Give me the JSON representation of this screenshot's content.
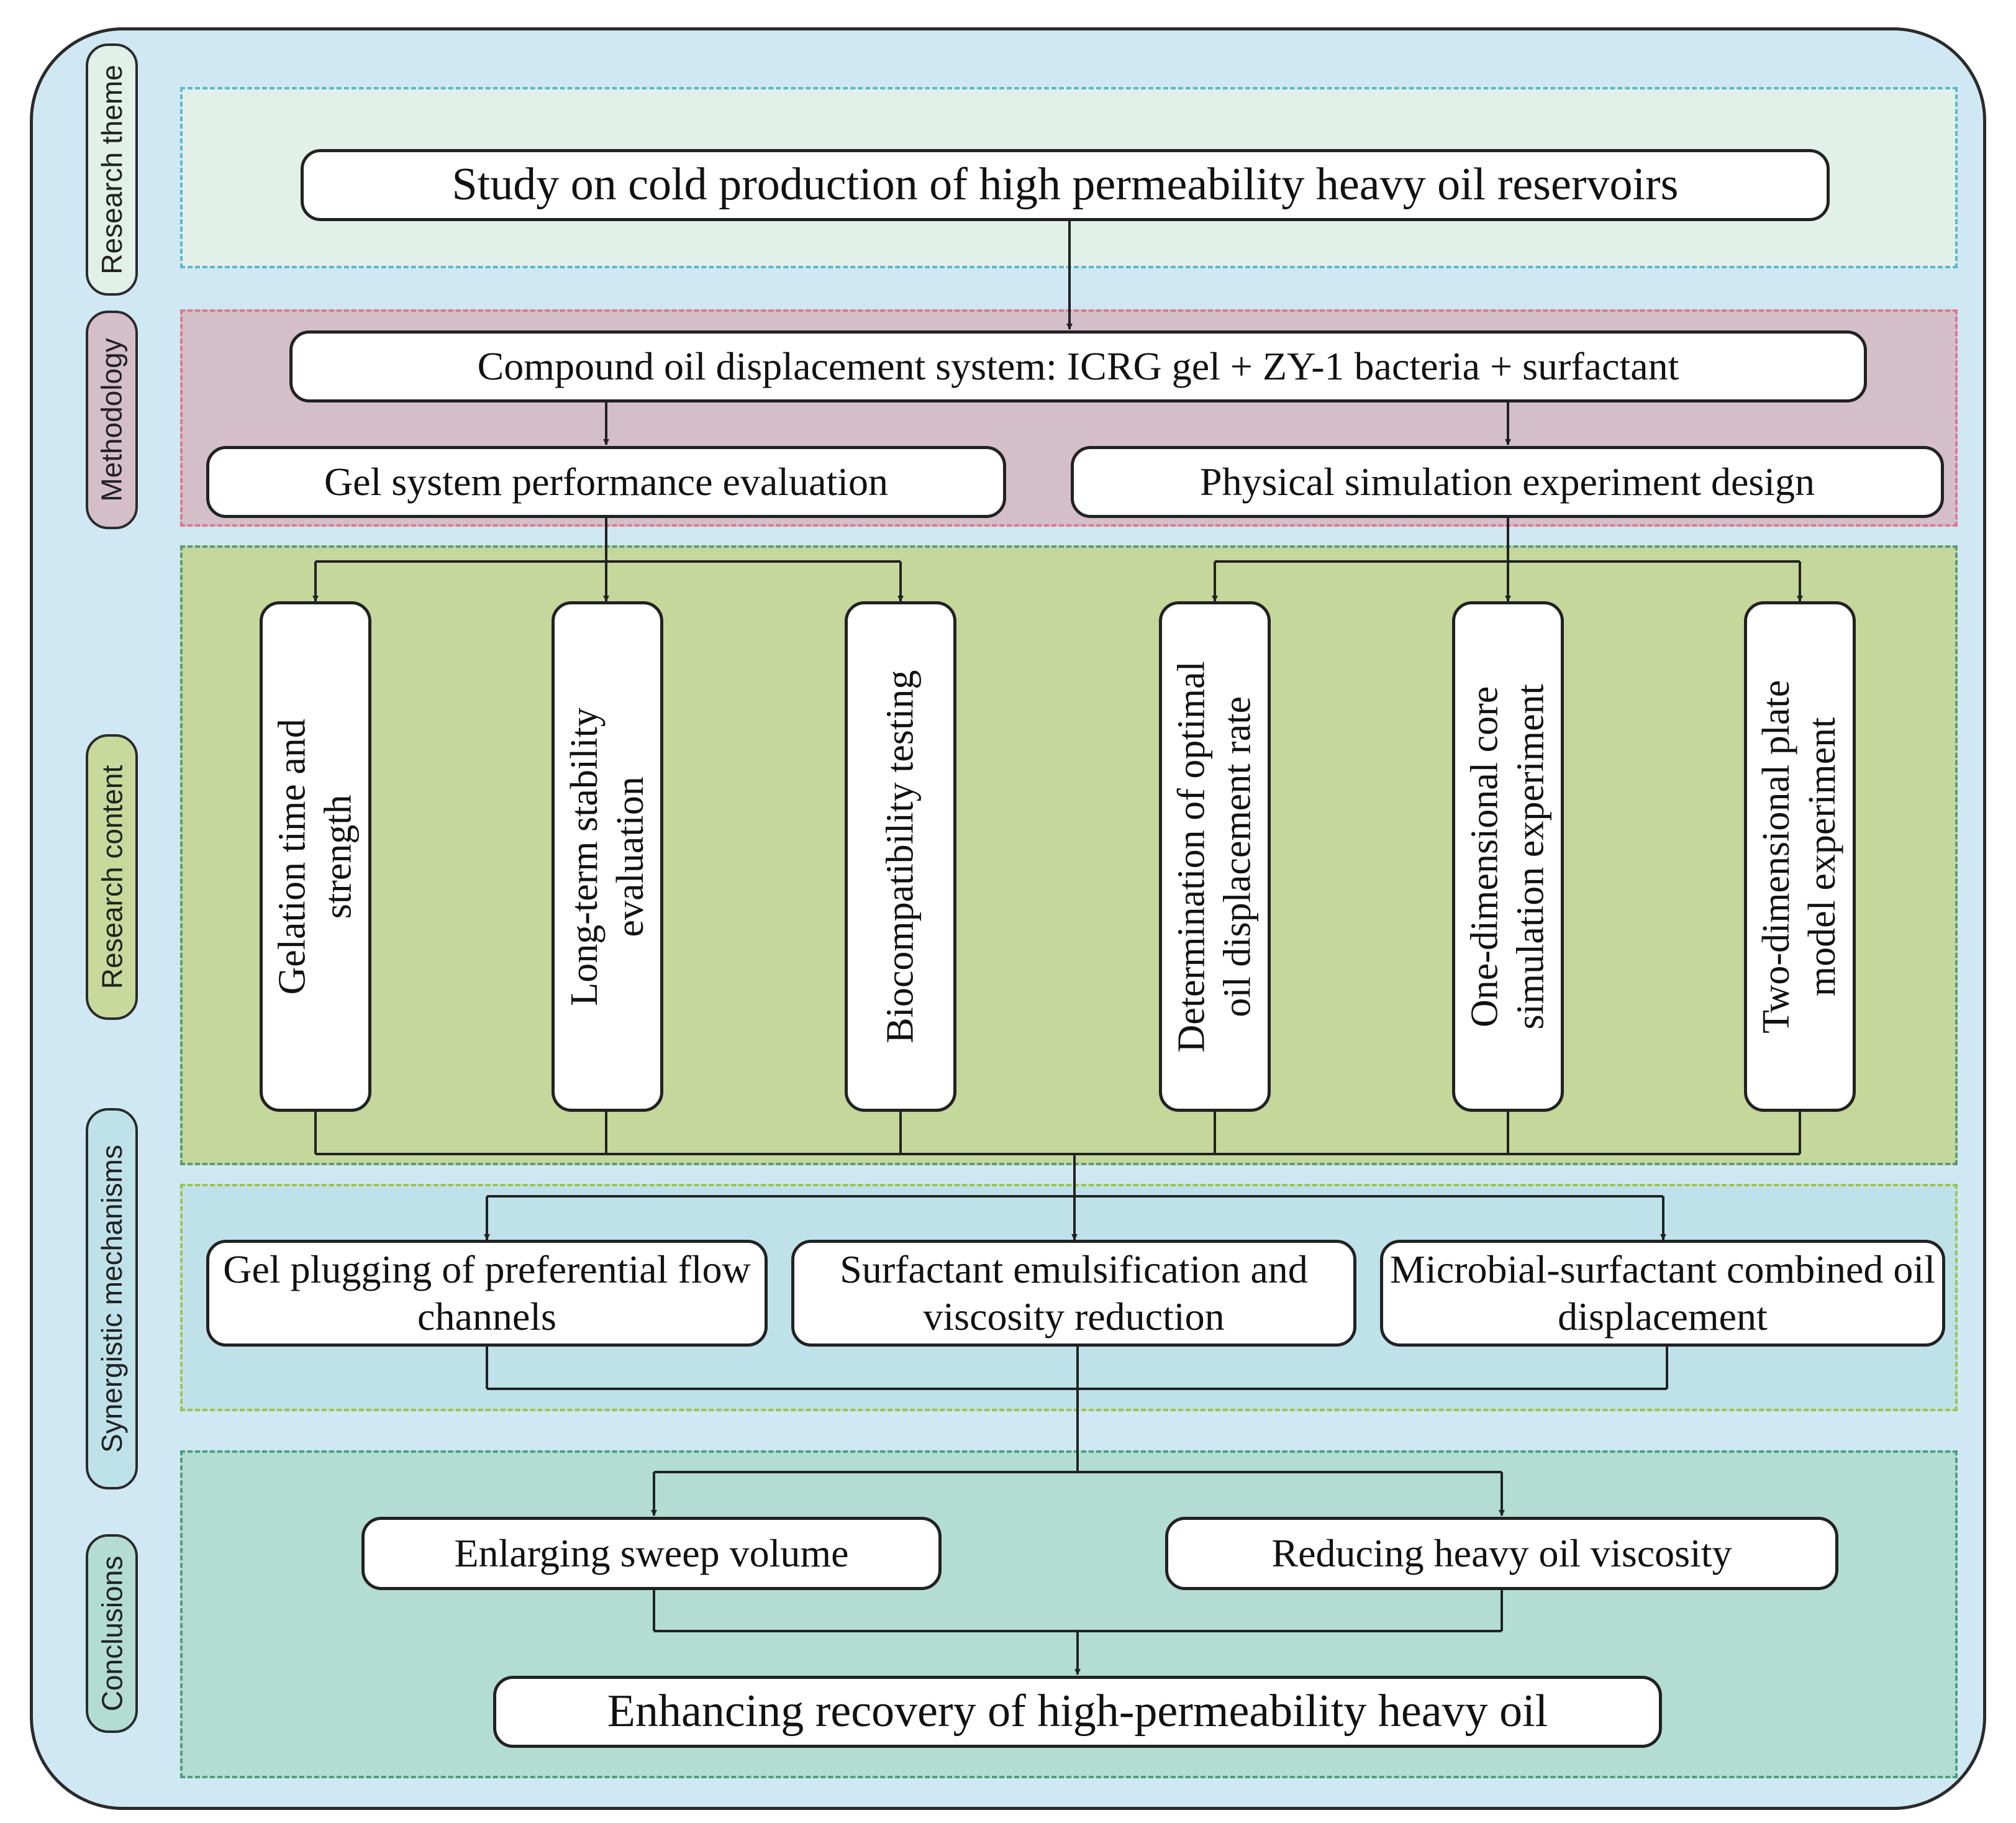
{
  "colors": {
    "outer_bg": "#cfe8f4",
    "theme_band": "#e1f0e8",
    "methodology_band": "#d4bfc9",
    "content_band": "#c5d79b",
    "mechanism_band": "#bfe2ea",
    "conclusion_band": "#b3ddd2",
    "theme_label": "#e1f0e8",
    "methodology_label": "#d4bfc9",
    "content_label": "#c8d99b",
    "mechanism_label": "#bfe2ea",
    "conclusion_label": "#b3ddd2"
  },
  "side_labels": {
    "theme": "Research theme",
    "methodology": "Methodology",
    "content": "Research content",
    "mechanisms": "Synergistic mechanisms",
    "conclusions": "Conclusions"
  },
  "theme": {
    "title": "Study on cold production of high permeability heavy oil reservoirs"
  },
  "methodology": {
    "system": "Compound oil displacement system: ICRG gel + ZY-1 bacteria + surfactant",
    "left": "Gel system performance evaluation",
    "right": "Physical simulation experiment design"
  },
  "content": {
    "items": [
      "Gelation time and\nstrength",
      "Long-term stability\nevaluation",
      "Biocompatibility testing",
      "Determination of optimal\noil displacement rate",
      "One-dimensional core\nsimulation experiment",
      "Two-dimensional plate\nmodel experiment"
    ]
  },
  "mechanisms": {
    "items": [
      "Gel plugging of preferential flow channels",
      "Surfactant emulsification and viscosity reduction",
      "Microbial-surfactant combined oil displacement"
    ]
  },
  "conclusions": {
    "left": "Enlarging sweep volume",
    "right": "Reducing heavy oil viscosity",
    "final": "Enhancing recovery of high-permeability heavy oil"
  }
}
